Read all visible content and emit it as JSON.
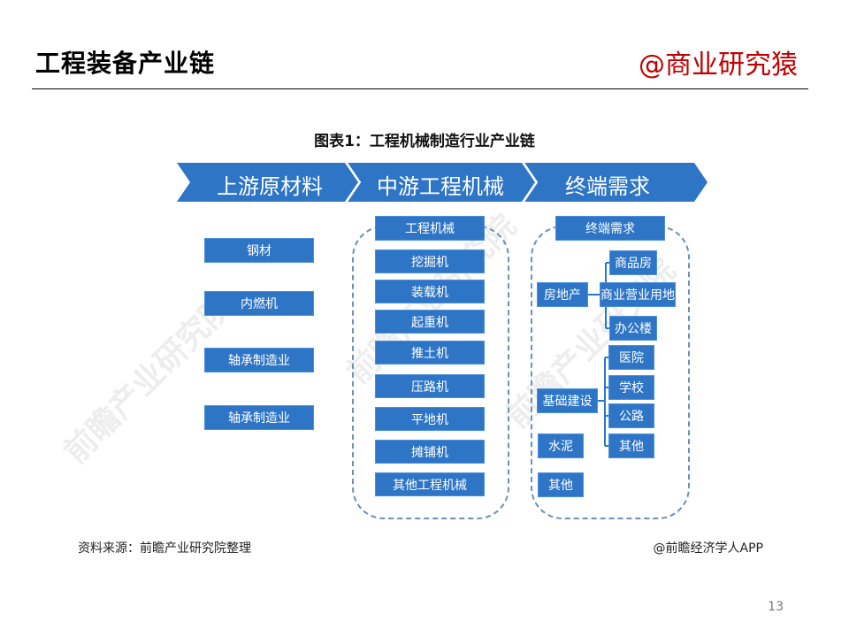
{
  "title": "工程装备产业链",
  "brand": "@商业研究猿",
  "figure_title": "图表1：工程机械制造行业产业链",
  "stages": [
    "上游原材料",
    "中游工程机械",
    "终端需求"
  ],
  "upstream": [
    "钢材",
    "内燃机",
    "轴承制造业",
    "轴承制造业"
  ],
  "midstream": {
    "header": "工程机械",
    "items": [
      "挖掘机",
      "装载机",
      "起重机",
      "推土机",
      "压路机",
      "平地机",
      "摊铺机",
      "其他工程机械"
    ]
  },
  "terminal": {
    "header": "终端需求",
    "real_estate": {
      "label": "房地产",
      "children": [
        "商品房",
        "商业营业用地",
        "办公楼"
      ]
    },
    "infrastructure": {
      "label": "基础建设",
      "children": [
        "医院",
        "学校",
        "公路",
        "其他"
      ]
    },
    "cement": "水泥",
    "other": "其他"
  },
  "source": "资料来源：前瞻产业研究院整理",
  "credit": "@前瞻经济学人APP",
  "page_number": "13",
  "watermark": "前瞻产业研究院",
  "colors": {
    "band": "#2e75c6",
    "box": "#2e75c6",
    "brand": "#c00000",
    "frame": "#6e8fb8"
  }
}
